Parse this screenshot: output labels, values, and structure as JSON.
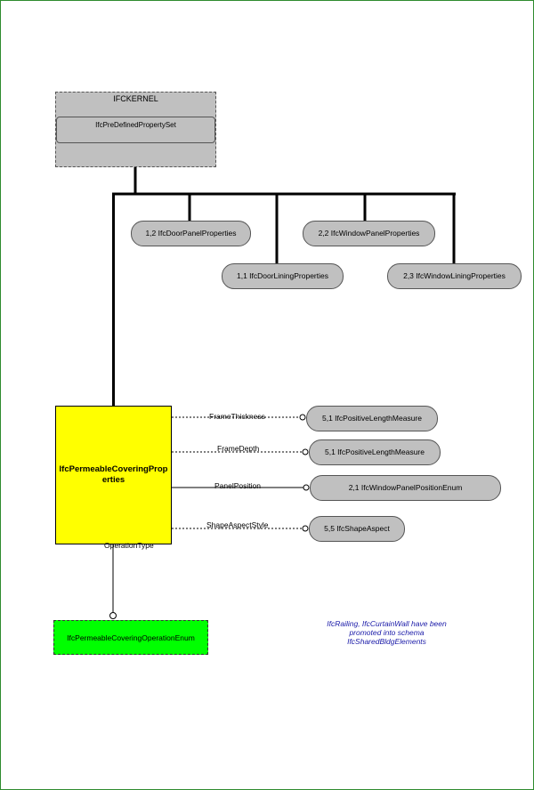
{
  "kernel": {
    "title": "IFCKERNEL",
    "subtitle": "IfcPreDefinedPropertySet"
  },
  "subtypes": {
    "door_panel": "1,2 IfcDoorPanelProperties",
    "window_panel": "2,2 IfcWindowPanelProperties",
    "door_lining": "1,1 IfcDoorLiningProperties",
    "window_lining": "2,3 IfcWindowLiningProperties"
  },
  "entity": {
    "name": "IfcPermeableCoveringProperties"
  },
  "attributes": [
    {
      "label": "FrameThickness",
      "type": "5,1 IfcPositiveLengthMeasure"
    },
    {
      "label": "FrameDepth",
      "type": "5,1 IfcPositiveLengthMeasure"
    },
    {
      "label": "PanelPosition",
      "type": "2,1 IfcWindowPanelPositionEnum"
    },
    {
      "label": "ShapeAspectStyle",
      "type": "5,5 IfcShapeAspect"
    }
  ],
  "operation": {
    "label": "OperationType",
    "enum": "IfcPermeableCoveringOperationEnum"
  },
  "note": "IfcRailing, IfcCurtainWall have been promoted into schema IfcSharedBldgElements"
}
